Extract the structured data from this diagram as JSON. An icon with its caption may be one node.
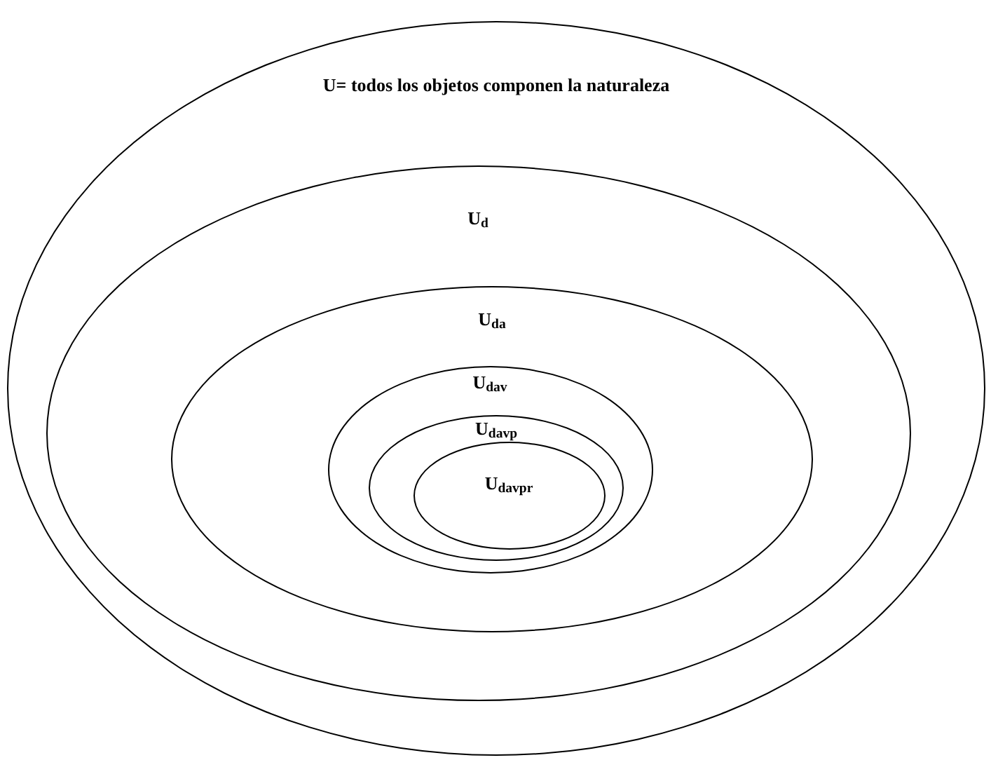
{
  "diagram": {
    "nodes": [
      {
        "text": [
          "U= todos los objetos componen la naturaleza"
        ]
      },
      {
        "text": [
          "U$_{d}$"
        ],
        "in": 0
      },
      {
        "text": [
          "U$_{da}$"
        ],
        "in": 1
      },
      {
        "text": [
          "U$_{dav}$"
        ],
        "in": 2
      },
      {
        "text": [
          "U$_{davp}$"
        ],
        "in": 3
      },
      {
        "text": [
          "U$_{davpr}$"
        ],
        "in": 4
      }
    ]
  }
}
